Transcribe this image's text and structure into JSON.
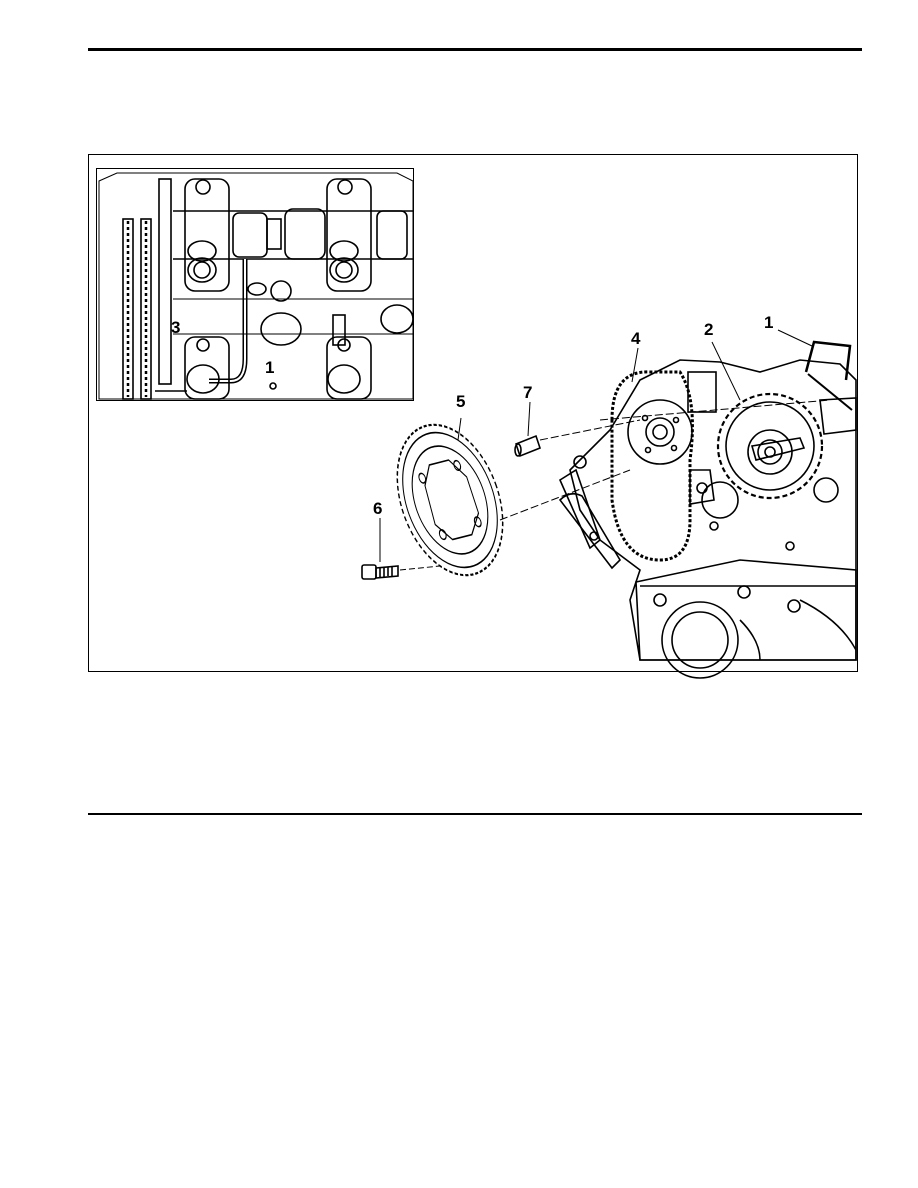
{
  "figure": {
    "inset_callouts": [
      "3",
      "1"
    ],
    "main_callouts": [
      "1",
      "2",
      "4",
      "5",
      "6",
      "7"
    ]
  }
}
